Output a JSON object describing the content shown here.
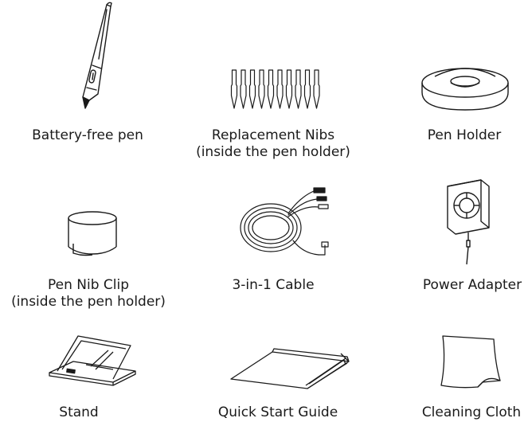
{
  "items": [
    {
      "icon": "stylus-pen-icon",
      "caption": [
        "Battery-free pen"
      ]
    },
    {
      "icon": "replacement-nibs-icon",
      "caption": [
        "Replacement Nibs",
        "(inside the pen holder)"
      ]
    },
    {
      "icon": "pen-holder-icon",
      "caption": [
        "Pen Holder"
      ]
    },
    {
      "icon": "nib-clip-icon",
      "caption": [
        "Pen Nib Clip",
        "(inside the pen holder)"
      ]
    },
    {
      "icon": "three-in-one-cable-icon",
      "caption": [
        "3-in-1 Cable"
      ]
    },
    {
      "icon": "power-adapter-icon",
      "caption": [
        "Power Adapter"
      ]
    },
    {
      "icon": "stand-icon",
      "caption": [
        "Stand"
      ]
    },
    {
      "icon": "quick-start-guide-icon",
      "caption": [
        "Quick Start Guide"
      ]
    },
    {
      "icon": "cleaning-cloth-icon",
      "caption": [
        "Cleaning Cloth"
      ]
    }
  ],
  "colors": {
    "line": "#1a1a1a",
    "background": "#ffffff"
  }
}
